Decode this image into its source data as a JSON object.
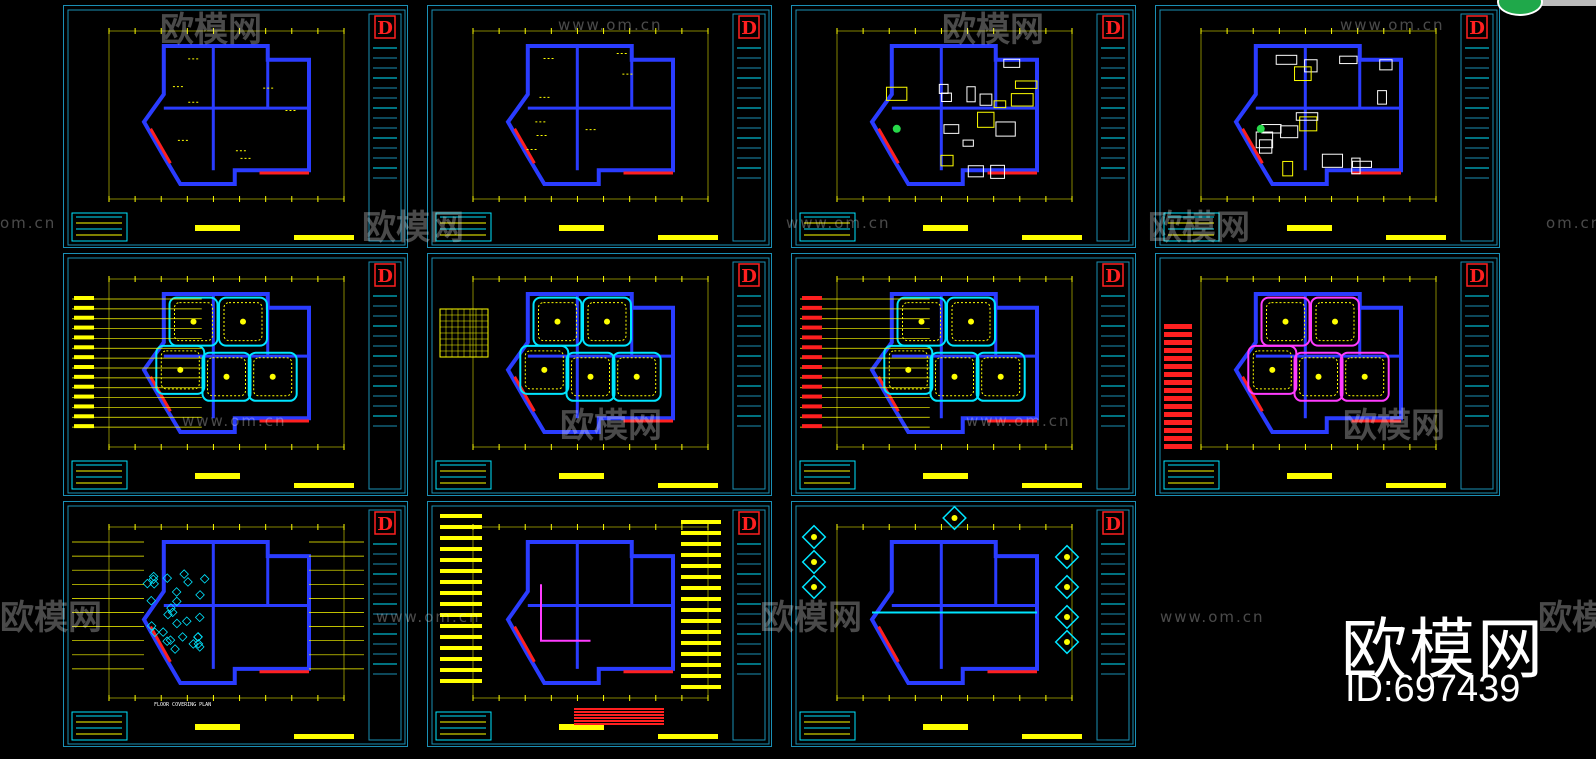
{
  "window": {
    "background": "#000000",
    "frame_color": "#1a8fb5"
  },
  "sheets": [
    {
      "id": "plan-original"
    },
    {
      "id": "plan-demolition"
    },
    {
      "id": "plan-furniture-a"
    },
    {
      "id": "plan-furniture-b"
    },
    {
      "id": "ceiling-plan"
    },
    {
      "id": "ceiling-detail"
    },
    {
      "id": "lighting-plan"
    },
    {
      "id": "ceiling-color"
    },
    {
      "id": "floor-covering-plan"
    },
    {
      "id": "electrical-plan"
    },
    {
      "id": "elevation-index"
    }
  ],
  "logo_mark": "D",
  "watermark": {
    "brand_text": "欧模网",
    "url_text": "www.om.cn",
    "url_fragment": "om.cn"
  },
  "floor_plan_caption": "FLOOR COVERING PLAN",
  "preview_label": {
    "name": "欧模网",
    "id": "ID:697439"
  },
  "colors": {
    "wall": "#2a3cff",
    "yellow": "#ffff00",
    "red": "#ff2020",
    "cyan": "#00e5ff",
    "magenta": "#ff3cff",
    "green": "#27d94a"
  }
}
